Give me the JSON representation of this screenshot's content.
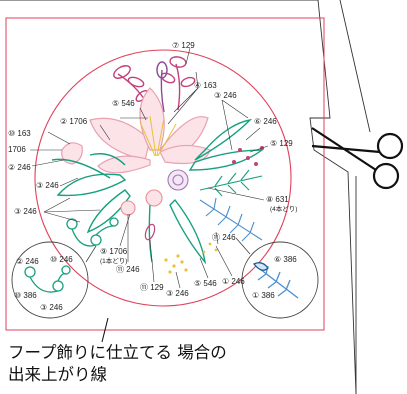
{
  "caption": {
    "line1": "フープ飾りに仕立てる 場合の",
    "line2": "出来上がり線"
  },
  "stitch_labels": {
    "l_7_129": "⑦ 129",
    "l_4_163": "④ 163",
    "l_5_546": "⑤ 546",
    "l_3_246_top": "③ 246",
    "l_2_1706": "② 1706",
    "l_10_163": "⑩ 163",
    "l_1706": "1706",
    "l_2_246": "② 246",
    "l_3_246_left": "③ 246",
    "l_3_246_mid": "③ 246",
    "l_6_246": "⑥ 246",
    "l_5_129": "⑤ 129",
    "l_8_631": "⑧ 631",
    "l_8_631_note": "(4本どり)",
    "l_9_1706": "⑨ 1706",
    "l_9_1706_note": "(1本どり)",
    "l_11_246": "⑪ 246",
    "l_11_129": "⑪ 129",
    "l_3_246_bot": "③ 246",
    "l_5_546_bot": "⑤ 546",
    "l_1_246": "① 246",
    "l_11_246_b": "⑪ 246"
  },
  "detail_left": {
    "l_2_246": "② 246",
    "l_10_246": "⑩ 246",
    "l_10_386": "⑩ 386",
    "l_3_246": "③ 246"
  },
  "detail_right": {
    "l_6_386": "⑥ 386",
    "l_1_386": "① 386"
  },
  "colors": {
    "cut_line": "#e0405a",
    "thread_green": "#17a07f",
    "thread_pink": "#e9a0b0",
    "thread_magenta": "#c2417a",
    "thread_purple": "#8a4a9a",
    "thread_blue": "#4b8fd0",
    "thread_yellow": "#e8c23a"
  },
  "icons": [
    "scissors-icon"
  ]
}
